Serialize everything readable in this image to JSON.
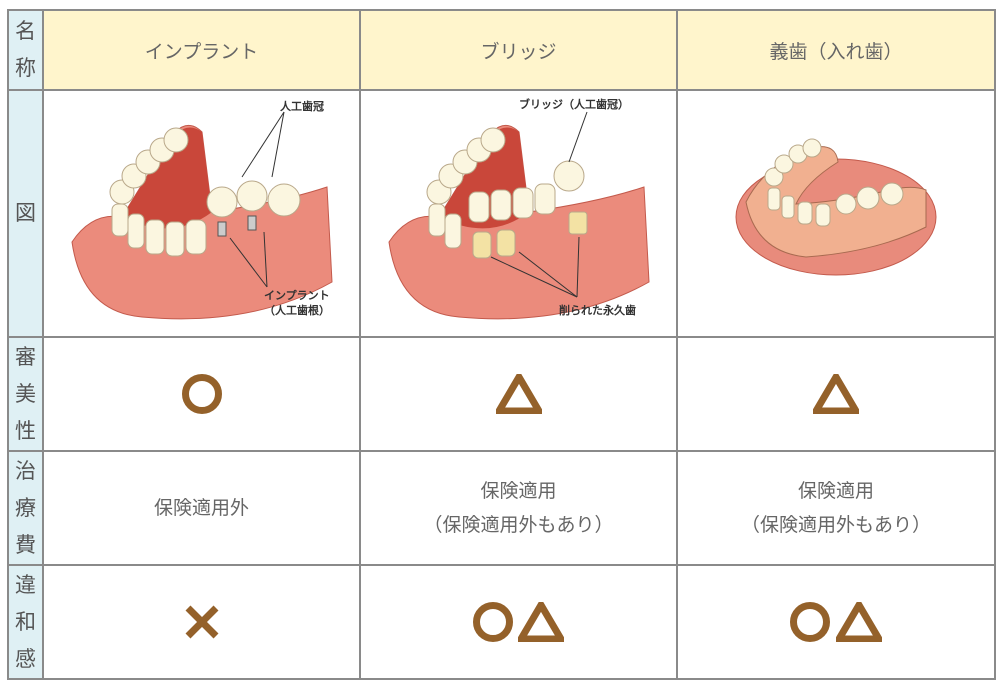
{
  "row_labels": {
    "name": [
      "名",
      "称"
    ],
    "figure": [
      "図"
    ],
    "aesthetics": [
      "審",
      "美",
      "性"
    ],
    "cost": [
      "治",
      "療",
      "費"
    ],
    "comfort": [
      "違",
      "和",
      "感"
    ]
  },
  "columns": [
    {
      "name": "インプラント",
      "figure": {
        "description": "lower jaw with implants",
        "labels": [
          "人工歯冠",
          "インプラント",
          "（人工歯根）"
        ]
      },
      "aesthetics": [
        "circle"
      ],
      "cost": [
        "保険適用外"
      ],
      "comfort": [
        "cross"
      ]
    },
    {
      "name": "ブリッジ",
      "figure": {
        "description": "lower jaw with bridge",
        "labels": [
          "ブリッジ（人工歯冠）",
          "削られた永久歯"
        ]
      },
      "aesthetics": [
        "triangle"
      ],
      "cost": [
        "保険適用",
        "（保険適用外もあり）"
      ],
      "comfort": [
        "circle",
        "triangle"
      ]
    },
    {
      "name": "義歯（入れ歯）",
      "figure": {
        "description": "lower denture",
        "labels": []
      },
      "aesthetics": [
        "triangle"
      ],
      "cost": [
        "保険適用",
        "（保険適用外もあり）"
      ],
      "comfort": [
        "circle",
        "triangle"
      ]
    }
  ],
  "colors": {
    "label_bg": "#dff0f4",
    "header_bg": "#fff5cc",
    "symbol": "#94612a",
    "border": "#8a8a8a",
    "gum": "#e8786a",
    "tooth": "#fbf6e0"
  }
}
